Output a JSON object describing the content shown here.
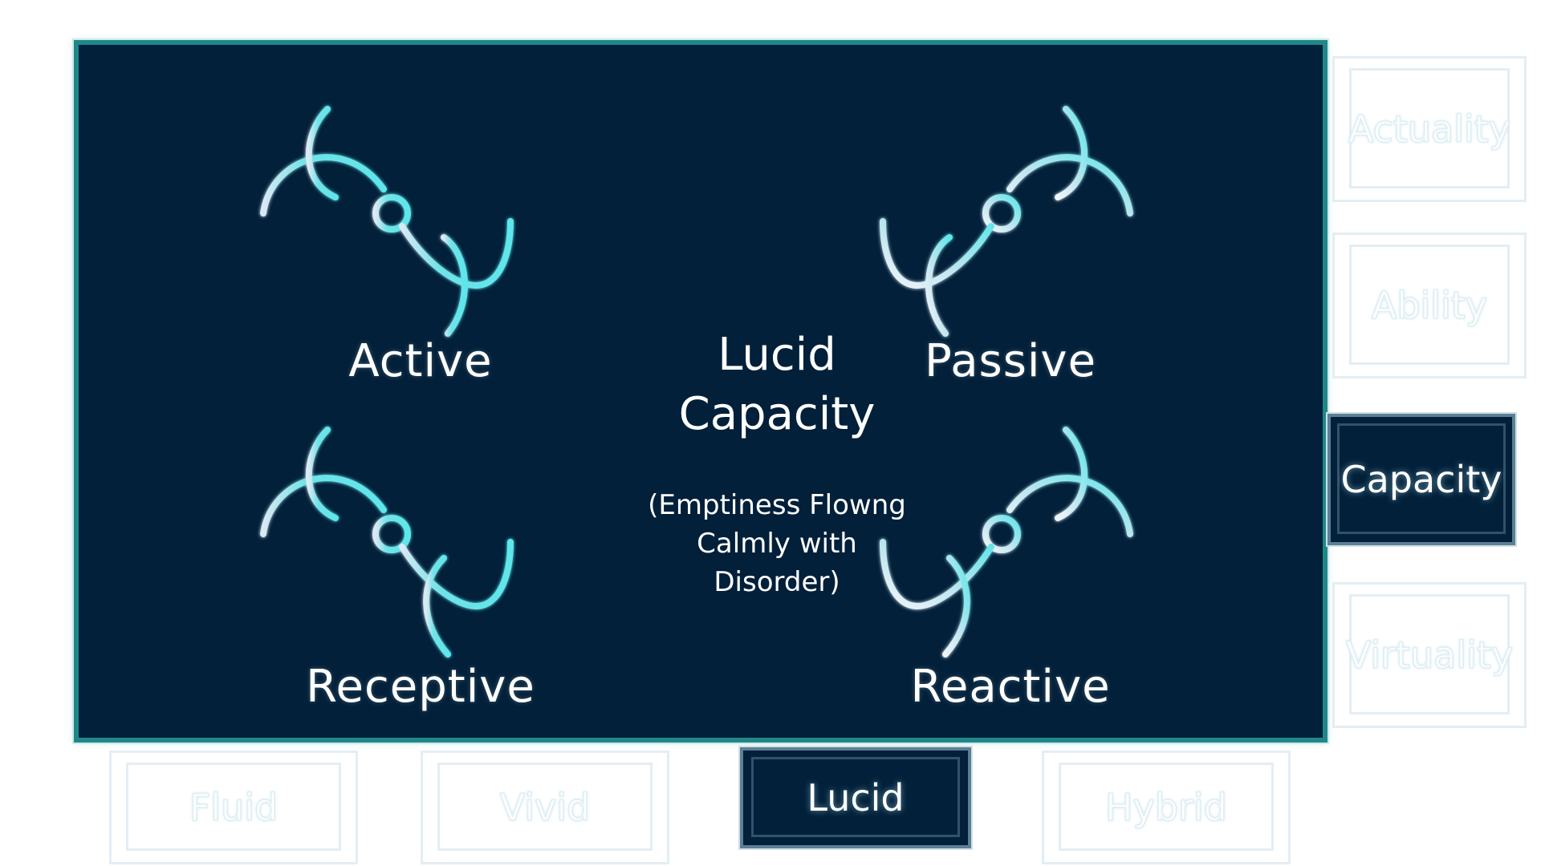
{
  "panel": {
    "title_line1": "Lucid",
    "title_line2": "Capacity",
    "subtitle_line1": "(Emptiness Flowng",
    "subtitle_line2": "Calmly with",
    "subtitle_line3": "Disorder)"
  },
  "quadrants": {
    "top_left": "Active",
    "top_right": "Passive",
    "bottom_left": "Receptive",
    "bottom_right": "Reactive"
  },
  "bottom_tabs": [
    {
      "label": "Fluid",
      "active": false
    },
    {
      "label": "Vivid",
      "active": false
    },
    {
      "label": "Lucid",
      "active": true
    },
    {
      "label": "Hybrid",
      "active": false
    }
  ],
  "right_tabs": [
    {
      "label": "Actuality",
      "active": false
    },
    {
      "label": "Ability",
      "active": false
    },
    {
      "label": "Capacity",
      "active": true
    },
    {
      "label": "Virtuality",
      "active": false
    }
  ],
  "colors": {
    "panel_bg": "#02203a",
    "panel_border": "#1f8787",
    "glyph_cyan": "#5ee6ea",
    "glyph_white": "#e8f1f7"
  },
  "icons": {
    "glyph": "swirl-glyph-icon"
  }
}
